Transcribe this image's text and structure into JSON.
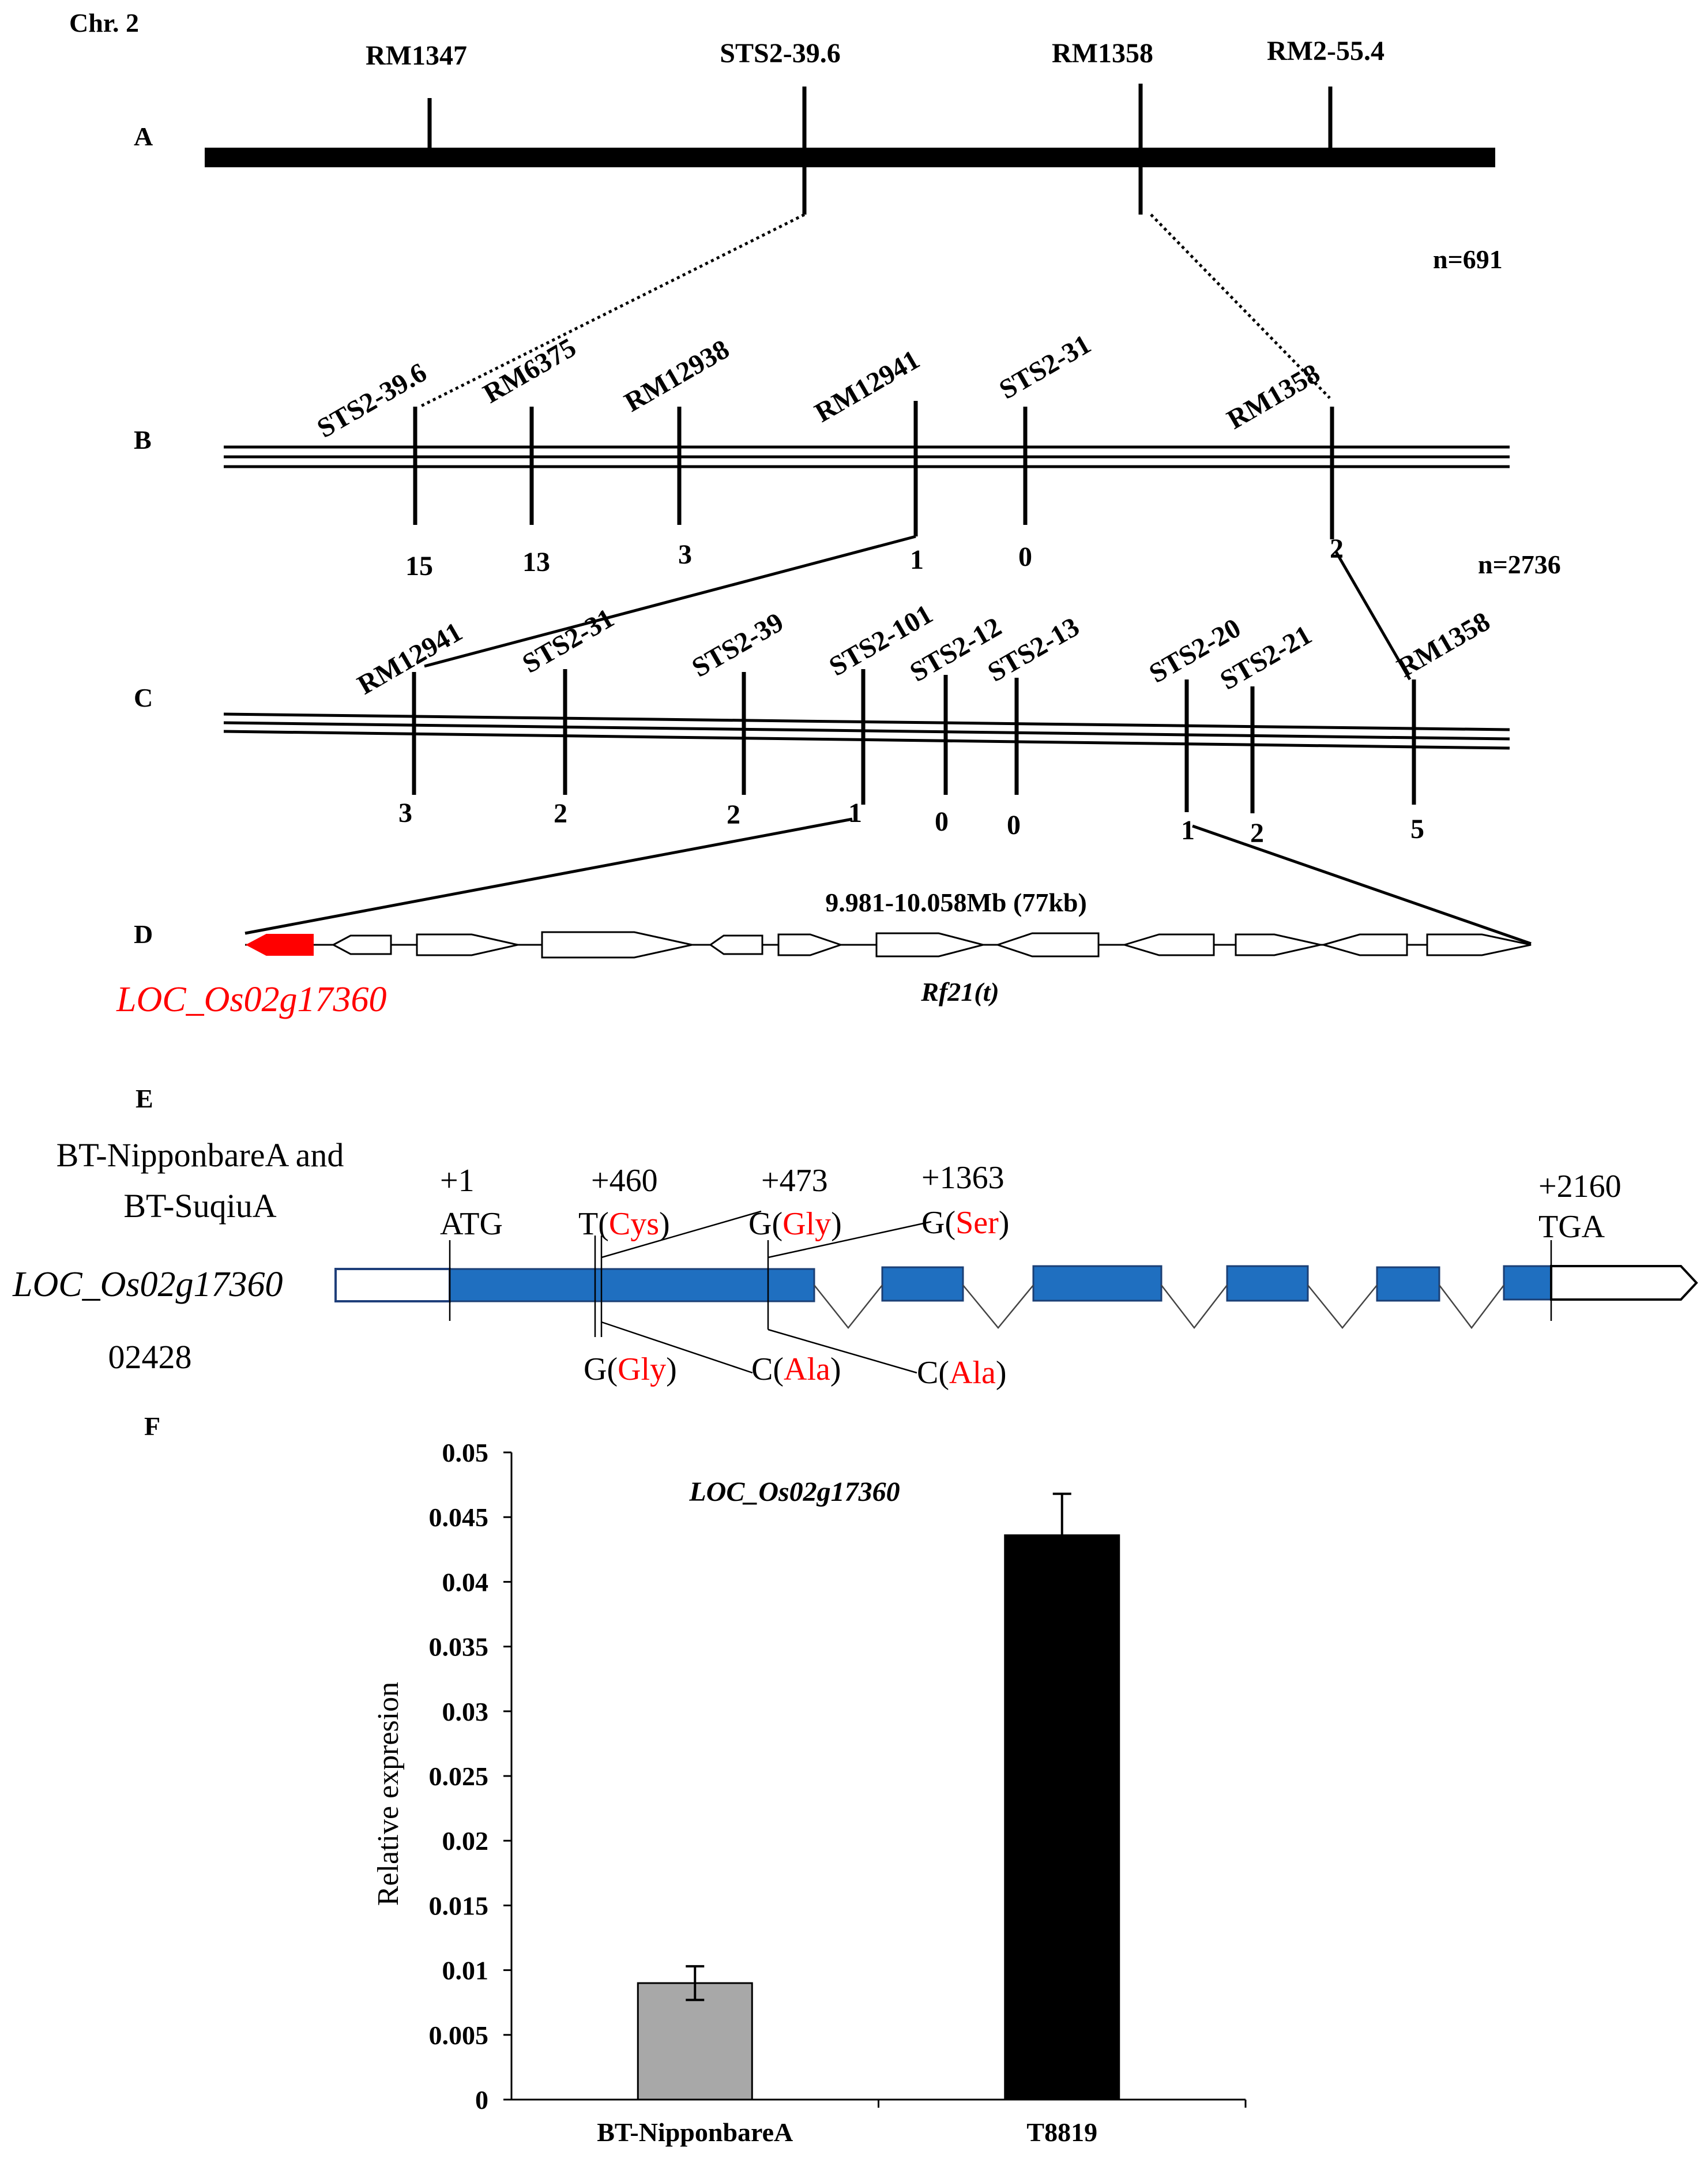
{
  "chromosome": "Chr. 2",
  "panels": {
    "a": "A",
    "b": "B",
    "c": "C",
    "d": "D",
    "e": "E",
    "f": "F"
  },
  "panel_a": {
    "markers": [
      "RM1347",
      "STS2-39.6",
      "RM1358",
      "RM2-55.4"
    ],
    "population": "n=691"
  },
  "panel_b": {
    "markers": [
      "STS2-39.6",
      "RM6375",
      "RM12938",
      "RM12941",
      "STS2-31",
      "RM1358"
    ],
    "recombinants": [
      "15",
      "13",
      "3",
      "1",
      "0",
      "2"
    ],
    "population": "n=2736"
  },
  "panel_c": {
    "markers": [
      "RM12941",
      "STS2-31",
      "STS2-39",
      "STS2-101",
      "STS2-12",
      "STS2-13",
      "STS2-20",
      "STS2-21",
      "RM1358"
    ],
    "recombinants": [
      "3",
      "2",
      "2",
      "1",
      "0",
      "0",
      "1",
      "2",
      "5"
    ]
  },
  "panel_d": {
    "interval": "9.981-10.058Mb (77kb)",
    "locus": "Rf21(t)",
    "candidate_gene": "LOC_Os02g17360",
    "candidate_color": "#ff0000"
  },
  "panel_e": {
    "lines_label_1": "BT-NipponbareA and",
    "lines_label_2": "BT-SuqiuA",
    "gene": "LOC_Os02g17360",
    "line_02428": "02428",
    "positions": [
      "+1",
      "+460",
      "+473",
      "+1363",
      "+2160"
    ],
    "start_codon": "ATG",
    "stop_codon": "TGA",
    "snp_top": [
      {
        "base": "T",
        "aa": "Cys"
      },
      {
        "base": "G",
        "aa": "Gly"
      },
      {
        "base": "G",
        "aa": "Ser"
      }
    ],
    "snp_bottom": [
      {
        "base": "G",
        "aa": "Gly"
      },
      {
        "base": "C",
        "aa": "Ala"
      },
      {
        "base": "C",
        "aa": "Ala"
      }
    ],
    "exon_color": "#1f6fc0",
    "aa_color": "#ff0000"
  },
  "chart_data": {
    "type": "bar",
    "title": "LOC_Os02g17360",
    "ylabel": "Relative expresion",
    "categories": [
      "BT-NipponbareA",
      "T8819"
    ],
    "values": [
      0.009,
      0.0436
    ],
    "errors": [
      0.0013,
      0.0032
    ],
    "colors": [
      "#a8a8a8",
      "#000000"
    ],
    "ylim": [
      0,
      0.05
    ],
    "yticks": [
      "0",
      "0.005",
      "0.01",
      "0.015",
      "0.02",
      "0.025",
      "0.03",
      "0.035",
      "0.04",
      "0.045",
      "0.05"
    ],
    "ytick_values": [
      0,
      0.005,
      0.01,
      0.015,
      0.02,
      0.025,
      0.03,
      0.035,
      0.04,
      0.045,
      0.05
    ]
  }
}
